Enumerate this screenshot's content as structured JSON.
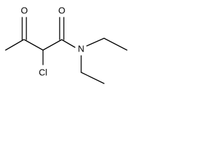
{
  "molecule": {
    "atoms": {
      "O_ketone": "O",
      "O_amide": "O",
      "Cl": "Cl",
      "N": "N"
    }
  },
  "colors": {
    "bond": "#000000",
    "label": "#000000",
    "background": "#ffffff"
  }
}
